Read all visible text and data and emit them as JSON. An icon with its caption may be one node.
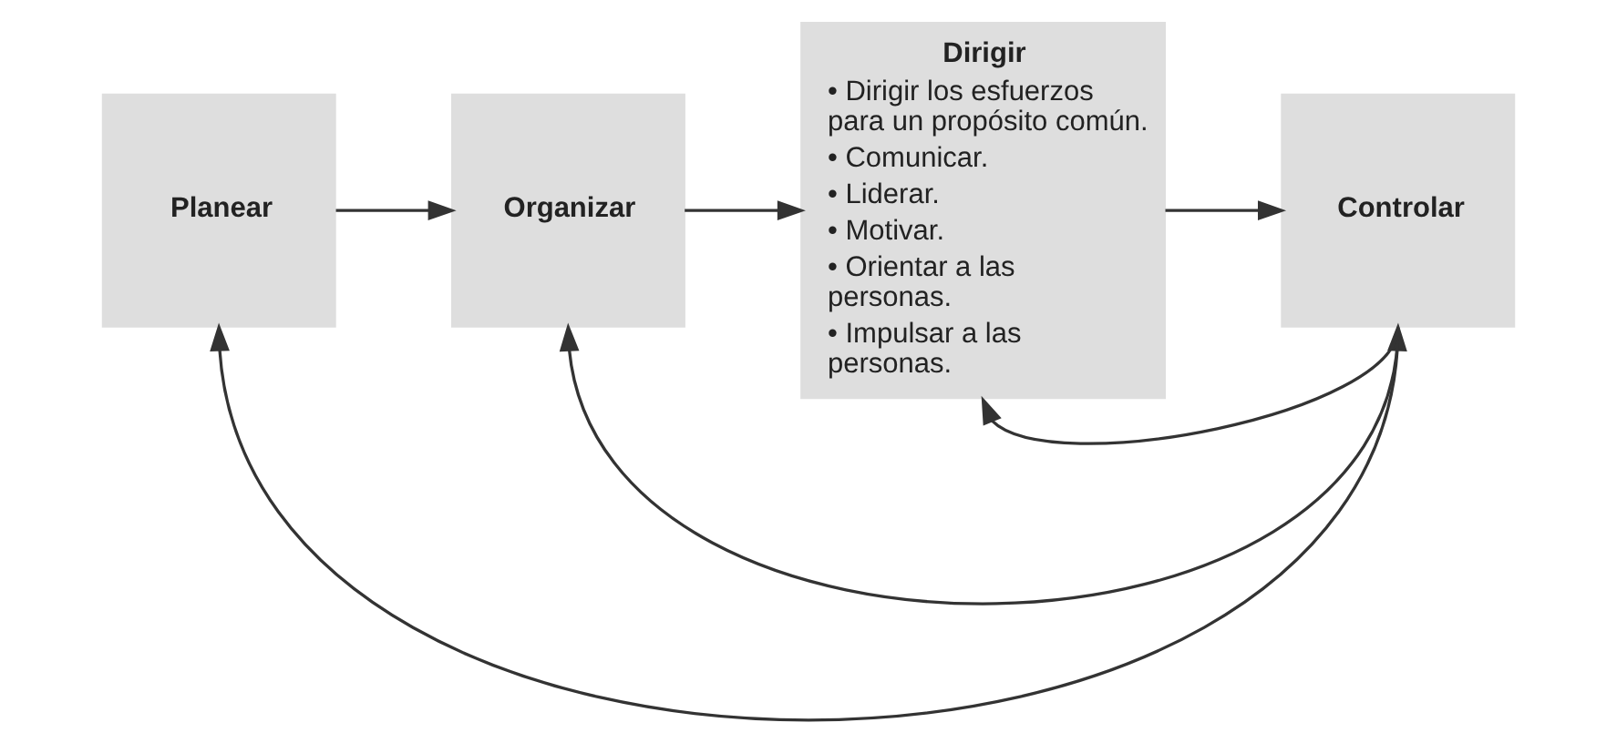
{
  "diagram": {
    "nodes": [
      {
        "text": [
          "Planear"
        ]
      },
      {
        "text": [
          "Organizar"
        ]
      },
      {
        "text": [
          "Dirigir",
          "• Dirigir los esfuerzos para un propósito común.",
          "• Comunicar.",
          "• Liderar.",
          "• Motivar.",
          "• Orientar a las personas.",
          "• Impulsar a las personas."
        ]
      },
      {
        "text": [
          "Controlar"
        ]
      }
    ],
    "edges": [
      {
        "from": 0,
        "to": 1,
        "arrow": "to"
      },
      {
        "from": 1,
        "to": 2,
        "arrow": "to"
      },
      {
        "from": 2,
        "to": 3,
        "arrow": "to"
      },
      {
        "from": 3,
        "to": 0,
        "arrow": "both"
      },
      {
        "from": 3,
        "to": 1,
        "arrow": "to"
      },
      {
        "from": 3,
        "to": 2,
        "arrow": "to"
      }
    ]
  }
}
